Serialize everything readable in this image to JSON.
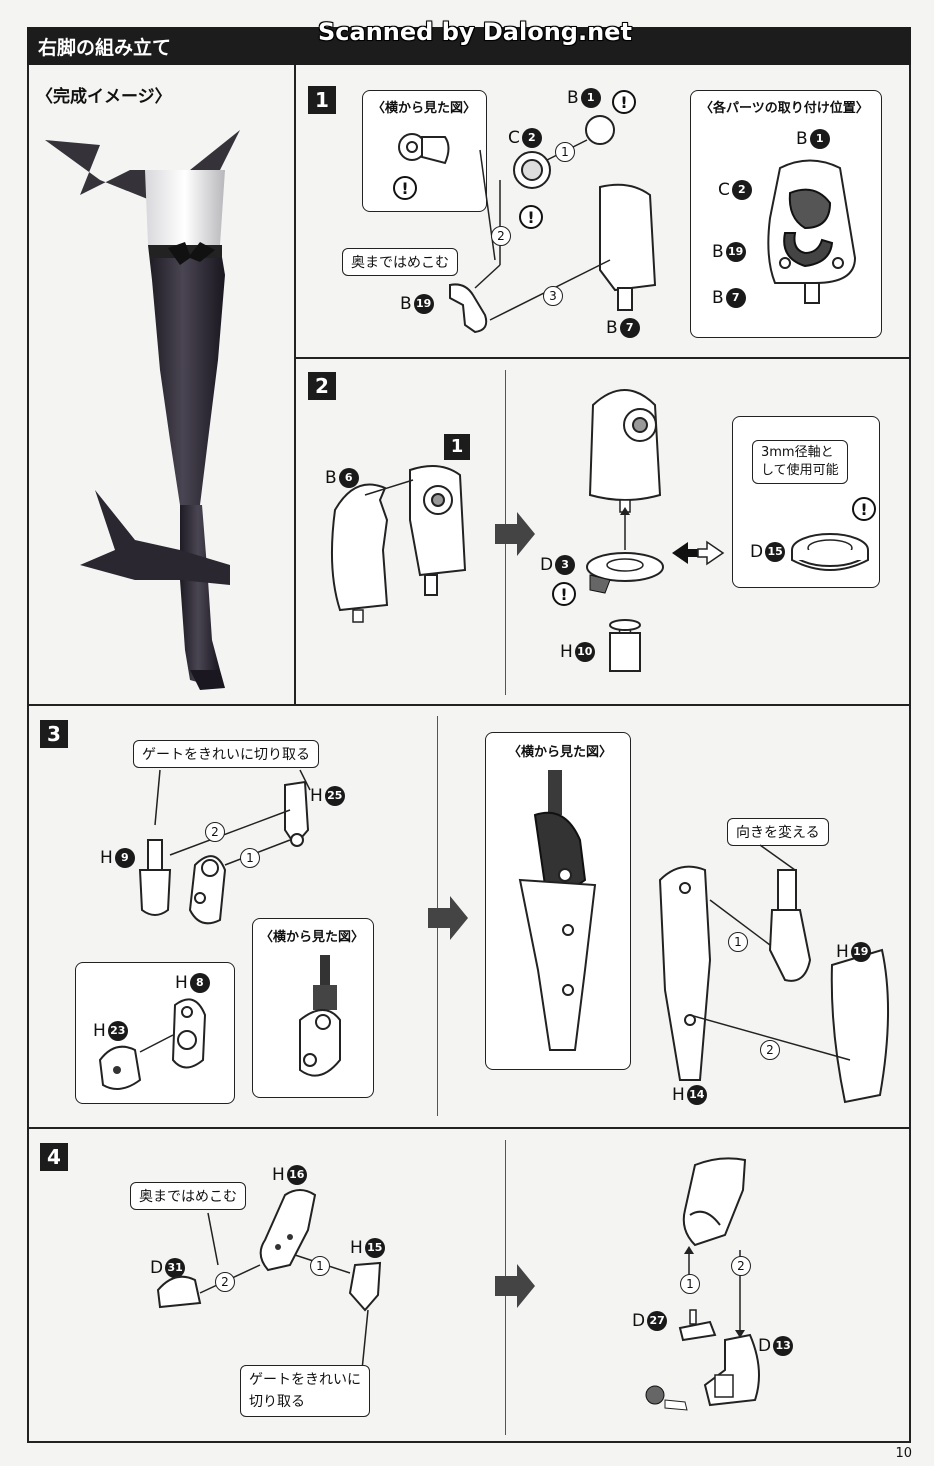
{
  "header": {
    "title": "右脚の組み立て",
    "watermark": "Scanned by Dalong.net"
  },
  "preview": {
    "label": "〈完成イメージ〉"
  },
  "steps": [
    {
      "number": "1"
    },
    {
      "number": "2"
    },
    {
      "number": "3"
    },
    {
      "number": "4"
    }
  ],
  "step1": {
    "side_view": "〈横から見た図〉",
    "positions_title": "〈各パーツの取り付け位置〉",
    "callout_press": "奥まではめこむ",
    "parts": {
      "b1": {
        "letter": "B",
        "num": "1"
      },
      "c2": {
        "letter": "C",
        "num": "2"
      },
      "b19": {
        "letter": "B",
        "num": "19"
      },
      "b7": {
        "letter": "B",
        "num": "7"
      }
    },
    "order": [
      "1",
      "2",
      "3"
    ]
  },
  "step2": {
    "ref_badge": "1",
    "note": "3mm径軸と\nして使用可能",
    "note_line1": "3mm径軸と",
    "note_line2": "して使用可能",
    "parts": {
      "b6": {
        "letter": "B",
        "num": "6"
      },
      "d3": {
        "letter": "D",
        "num": "3"
      },
      "h10": {
        "letter": "H",
        "num": "10"
      },
      "d15": {
        "letter": "D",
        "num": "15"
      }
    }
  },
  "step3": {
    "callout_gate": "ゲートをきれいに切り取る",
    "side_view_a": "〈横から見た図〉",
    "side_view_b": "〈横から見た図〉",
    "callout_turn": "向きを変える",
    "parts": {
      "h25": {
        "letter": "H",
        "num": "25"
      },
      "h9": {
        "letter": "H",
        "num": "9"
      },
      "h8": {
        "letter": "H",
        "num": "8"
      },
      "h23": {
        "letter": "H",
        "num": "23"
      },
      "h19": {
        "letter": "H",
        "num": "19"
      },
      "h14": {
        "letter": "H",
        "num": "14"
      }
    },
    "order": [
      "1",
      "2"
    ]
  },
  "step4": {
    "callout_press": "奥まではめこむ",
    "callout_gate_1": "ゲートをきれいに",
    "callout_gate_2": "切り取る",
    "parts": {
      "h16": {
        "letter": "H",
        "num": "16"
      },
      "d31": {
        "letter": "D",
        "num": "31"
      },
      "h15": {
        "letter": "H",
        "num": "15"
      },
      "d27": {
        "letter": "D",
        "num": "27"
      },
      "d13": {
        "letter": "D",
        "num": "13"
      }
    },
    "order": [
      "1",
      "2"
    ]
  },
  "page_number": "10",
  "colors": {
    "ink": "#1c1c1c",
    "paper": "#f4f4f2",
    "leg": "#2e2a35"
  }
}
